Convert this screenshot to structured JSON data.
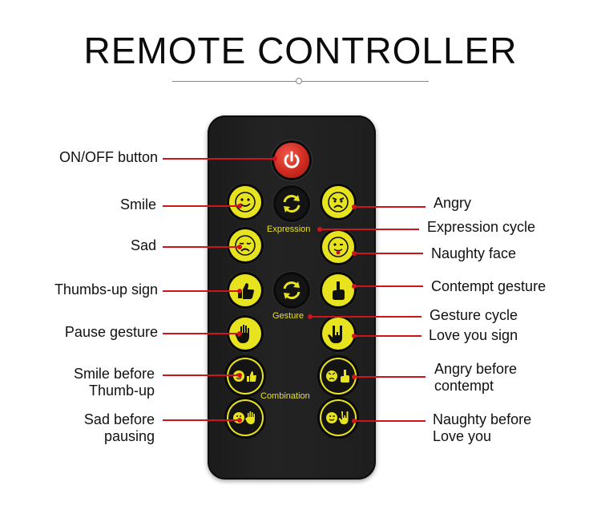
{
  "title": "REMOTE CONTROLLER",
  "remote": {
    "expression_label": "Expression",
    "gesture_label": "Gesture",
    "combination_label": "Combination"
  },
  "callouts": {
    "power": "ON/OFF button",
    "smile": "Smile",
    "sad": "Sad",
    "thumbs_up": "Thumbs-up sign",
    "pause": "Pause gesture",
    "smile_thumb": [
      "Smile before",
      "Thumb-up"
    ],
    "sad_pause": [
      "Sad before",
      "pausing"
    ],
    "angry": "Angry",
    "expression_cycle": "Expression cycle",
    "naughty": "Naughty face",
    "contempt": "Contempt gesture",
    "gesture_cycle": "Gesture cycle",
    "love_you": "Love you sign",
    "angry_contempt": [
      "Angry before",
      "contempt"
    ],
    "naughty_love": [
      "Naughty before",
      "Love you"
    ]
  },
  "colors": {
    "accent_yellow": "#e8e31f",
    "power_red": "#cf2a1f",
    "callout_red": "#d0141c"
  },
  "icons": [
    "power-icon",
    "smile-face-icon",
    "angry-face-icon",
    "sad-face-icon",
    "naughty-face-icon",
    "cycle-arrows-icon",
    "thumbs-up-icon",
    "middle-finger-icon",
    "palm-icon",
    "love-you-hand-icon"
  ]
}
